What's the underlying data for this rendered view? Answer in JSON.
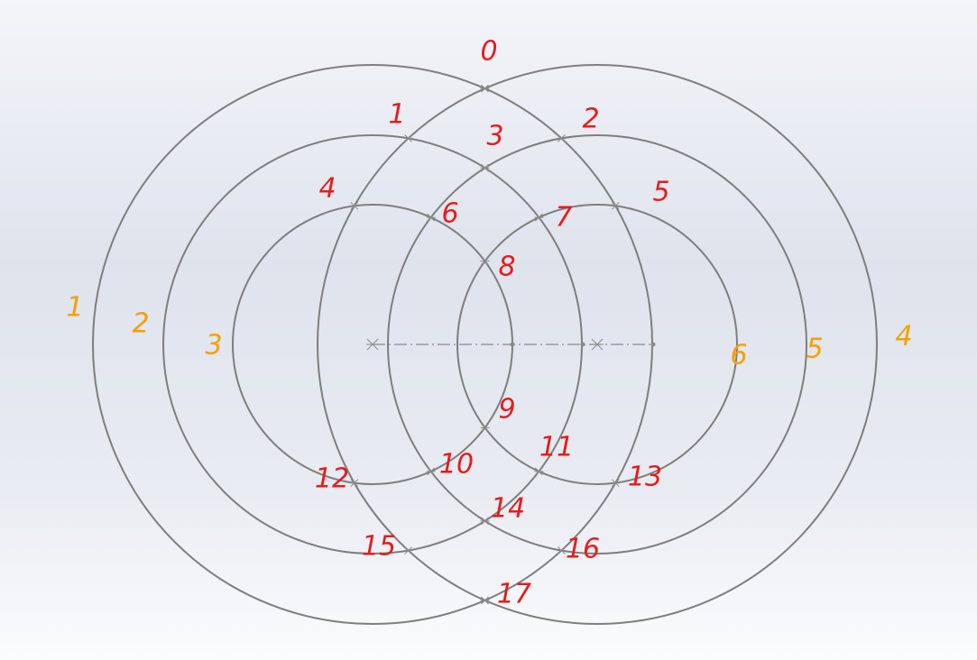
{
  "colors": {
    "intersection": "#e41d1d",
    "ring": "#f5a000",
    "stroke": "#7e7e7e"
  },
  "intersection_labels": [
    "0",
    "1",
    "2",
    "3",
    "4",
    "5",
    "6",
    "7",
    "8",
    "9",
    "10",
    "11",
    "12",
    "13",
    "14",
    "15",
    "16",
    "17"
  ],
  "left_ring_labels": [
    "1",
    "2",
    "3"
  ],
  "right_ring_labels": [
    "4",
    "5",
    "6"
  ]
}
